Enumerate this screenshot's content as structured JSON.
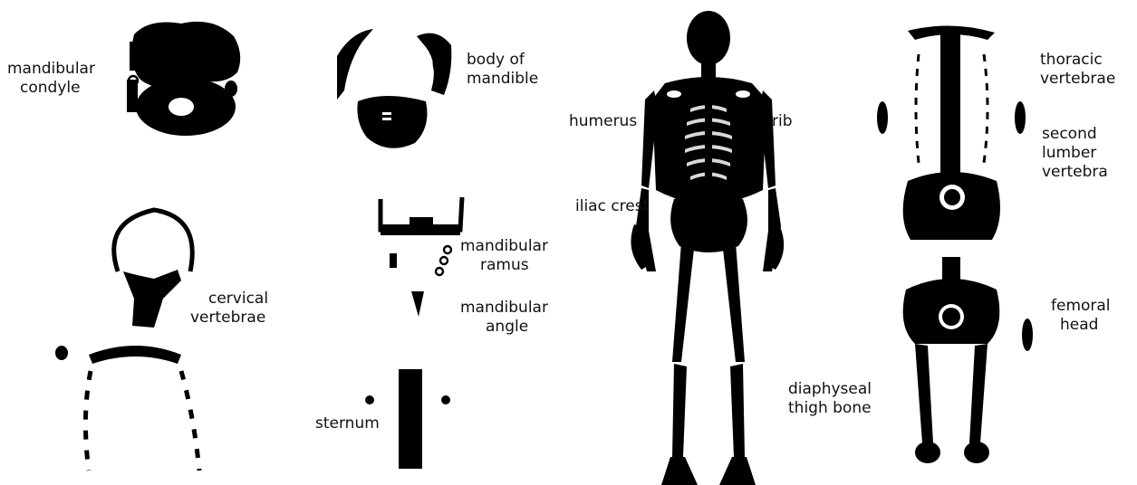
{
  "colors": {
    "bone": "#000000",
    "background": "#ffffff",
    "text": "#111111"
  },
  "labels": {
    "mandibular_condyle": [
      "mandibular",
      "condyle"
    ],
    "body_of_mandible": [
      "body of",
      "mandible"
    ],
    "humerus": "humerus",
    "rib": "rib",
    "iliac_crest": "iliac crest",
    "thoracic_vertebrae": [
      "thoracic",
      "vertebrae"
    ],
    "second_lumber_vertebra": [
      "second",
      "lumber",
      "vertebra"
    ],
    "cervical_vertebrae": [
      "cervical",
      "vertebrae"
    ],
    "mandibular_ramus": [
      "mandibular",
      "ramus"
    ],
    "mandibular_angle": [
      "mandibular",
      "angle"
    ],
    "sternum": "sternum",
    "femoral_head": [
      "femoral",
      "head"
    ],
    "diaphyseal_thigh_bone": [
      "diaphyseal",
      "thigh bone"
    ]
  }
}
